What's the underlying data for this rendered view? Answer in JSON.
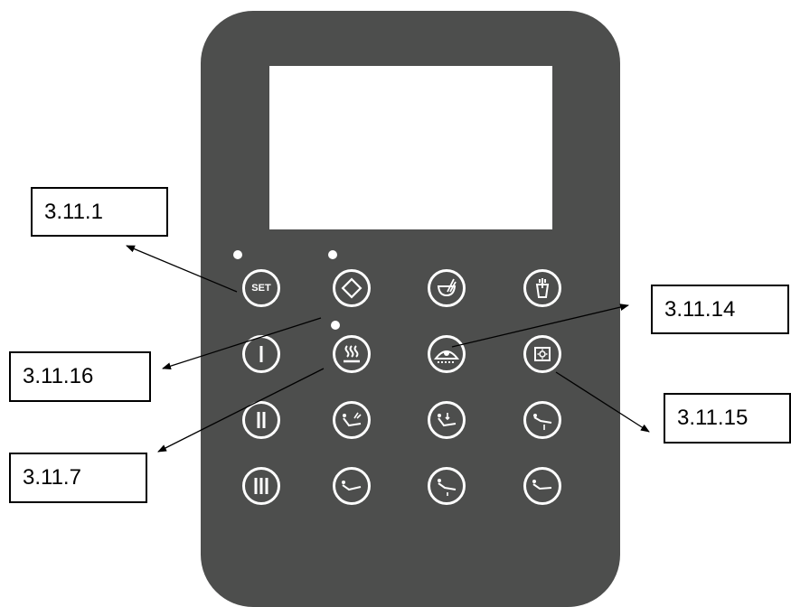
{
  "callouts": [
    {
      "id": "c1",
      "label": "3.11.1"
    },
    {
      "id": "c16",
      "label": "3.11.16"
    },
    {
      "id": "c7",
      "label": "3.11.7"
    },
    {
      "id": "c14",
      "label": "3.11.14"
    },
    {
      "id": "c15",
      "label": "3.11.15"
    }
  ],
  "keys": {
    "set_label": "SET"
  },
  "colors": {
    "panel": "#4d4e4d",
    "screen": "#ffffff",
    "keys": "#ffffff",
    "arrows": "#000000"
  }
}
